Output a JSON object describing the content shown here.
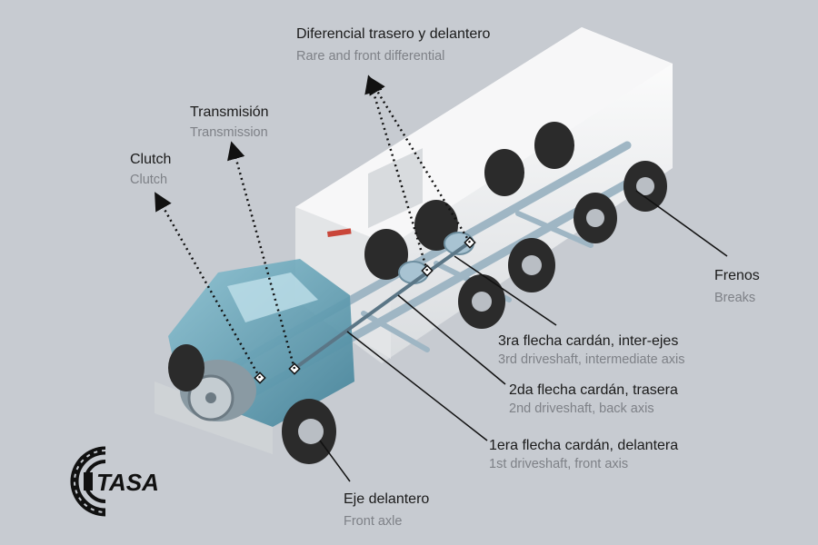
{
  "labels": {
    "diferencial": {
      "es": "Diferencial trasero y delantero",
      "en": "Rare and front differential"
    },
    "transmision": {
      "es": "Transmisión",
      "en": "Transmission"
    },
    "clutch": {
      "es": "Clutch",
      "en": "Clutch"
    },
    "frenos": {
      "es": "Frenos",
      "en": "Breaks"
    },
    "flecha3": {
      "es": "3ra flecha cardán, inter-ejes",
      "en": "3rd driveshaft, intermediate axis"
    },
    "flecha2": {
      "es": "2da flecha cardán, trasera",
      "en": "2nd driveshaft, back axis"
    },
    "flecha1": {
      "es": "1era flecha cardán, delantera",
      "en": "1st driveshaft, front axis"
    },
    "eje": {
      "es": "Eje delantero",
      "en": "Front axle"
    }
  },
  "logo": {
    "text": "TASA"
  },
  "colors": {
    "background": "#c7cbd1",
    "cab": "#5d9bb0",
    "frame": "#9fb6c4",
    "trailer": "#f1f2f3",
    "tire": "#2b2b2b"
  }
}
